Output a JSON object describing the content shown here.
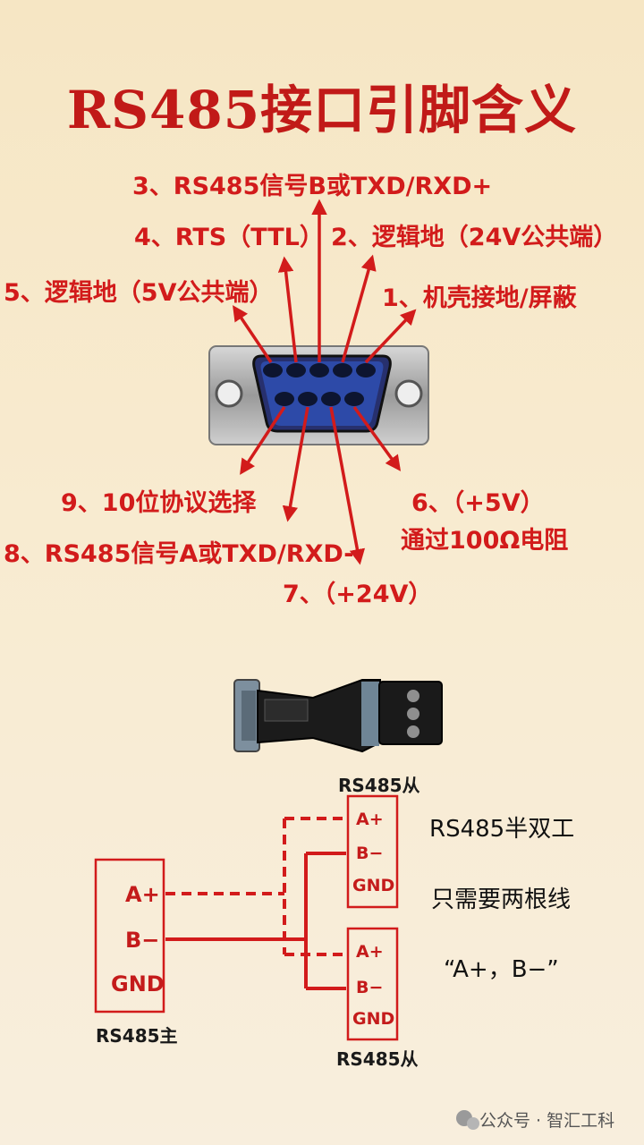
{
  "title": "RS485接口引脚含义",
  "pins": {
    "p3": "3、RS485信号B或TXD/RXD+",
    "p4": "4、RTS（TTL）",
    "p2": "2、逻辑地（24V公共端）",
    "p5": "5、逻辑地（5V公共端）",
    "p1": "1、机壳接地/屏蔽",
    "p9": "9、10位协议选择",
    "p6a": "6、（+5V）",
    "p6b": "通过100Ω电阻",
    "p8": "8、RS485信号A或TXD/RXD-",
    "p7": "7、（+24V）"
  },
  "master": {
    "label": "RS485主",
    "a": "A+",
    "b": "B−",
    "gnd": "GND"
  },
  "slave1": {
    "label": "RS485从",
    "a": "A+",
    "b": "B−",
    "gnd": "GND"
  },
  "slave2": {
    "label": "RS485从",
    "a": "A+",
    "b": "B−",
    "gnd": "GND"
  },
  "notes": {
    "line1": "RS485半双工",
    "line2": "只需要两根线",
    "line3": "“A+，B−”"
  },
  "watermark": "公众号 · 智汇工科",
  "colors": {
    "accent": "#d21b1b",
    "connector_blue": "#1f3f9a"
  }
}
